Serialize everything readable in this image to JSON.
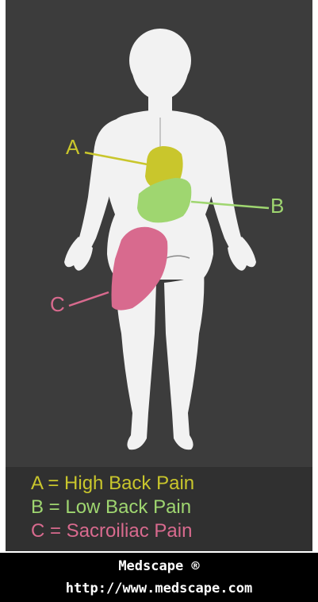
{
  "colors": {
    "background": "#3c3c3c",
    "legend_background": "#303030",
    "body": "#f2f2f2",
    "region_a": "#c9c62c",
    "region_b": "#9fd670",
    "region_c": "#d86a8e",
    "footer_background": "#000000",
    "footer_text": "#ffffff"
  },
  "figure": {
    "callouts": {
      "a": "A",
      "b": "B",
      "c": "C"
    }
  },
  "legend": {
    "a": "A = High Back Pain",
    "b": "B = Low Back Pain",
    "c": "C = Sacroiliac  Pain"
  },
  "footer": {
    "brand": "Medscape ®",
    "url": "http://www.medscape.com"
  }
}
